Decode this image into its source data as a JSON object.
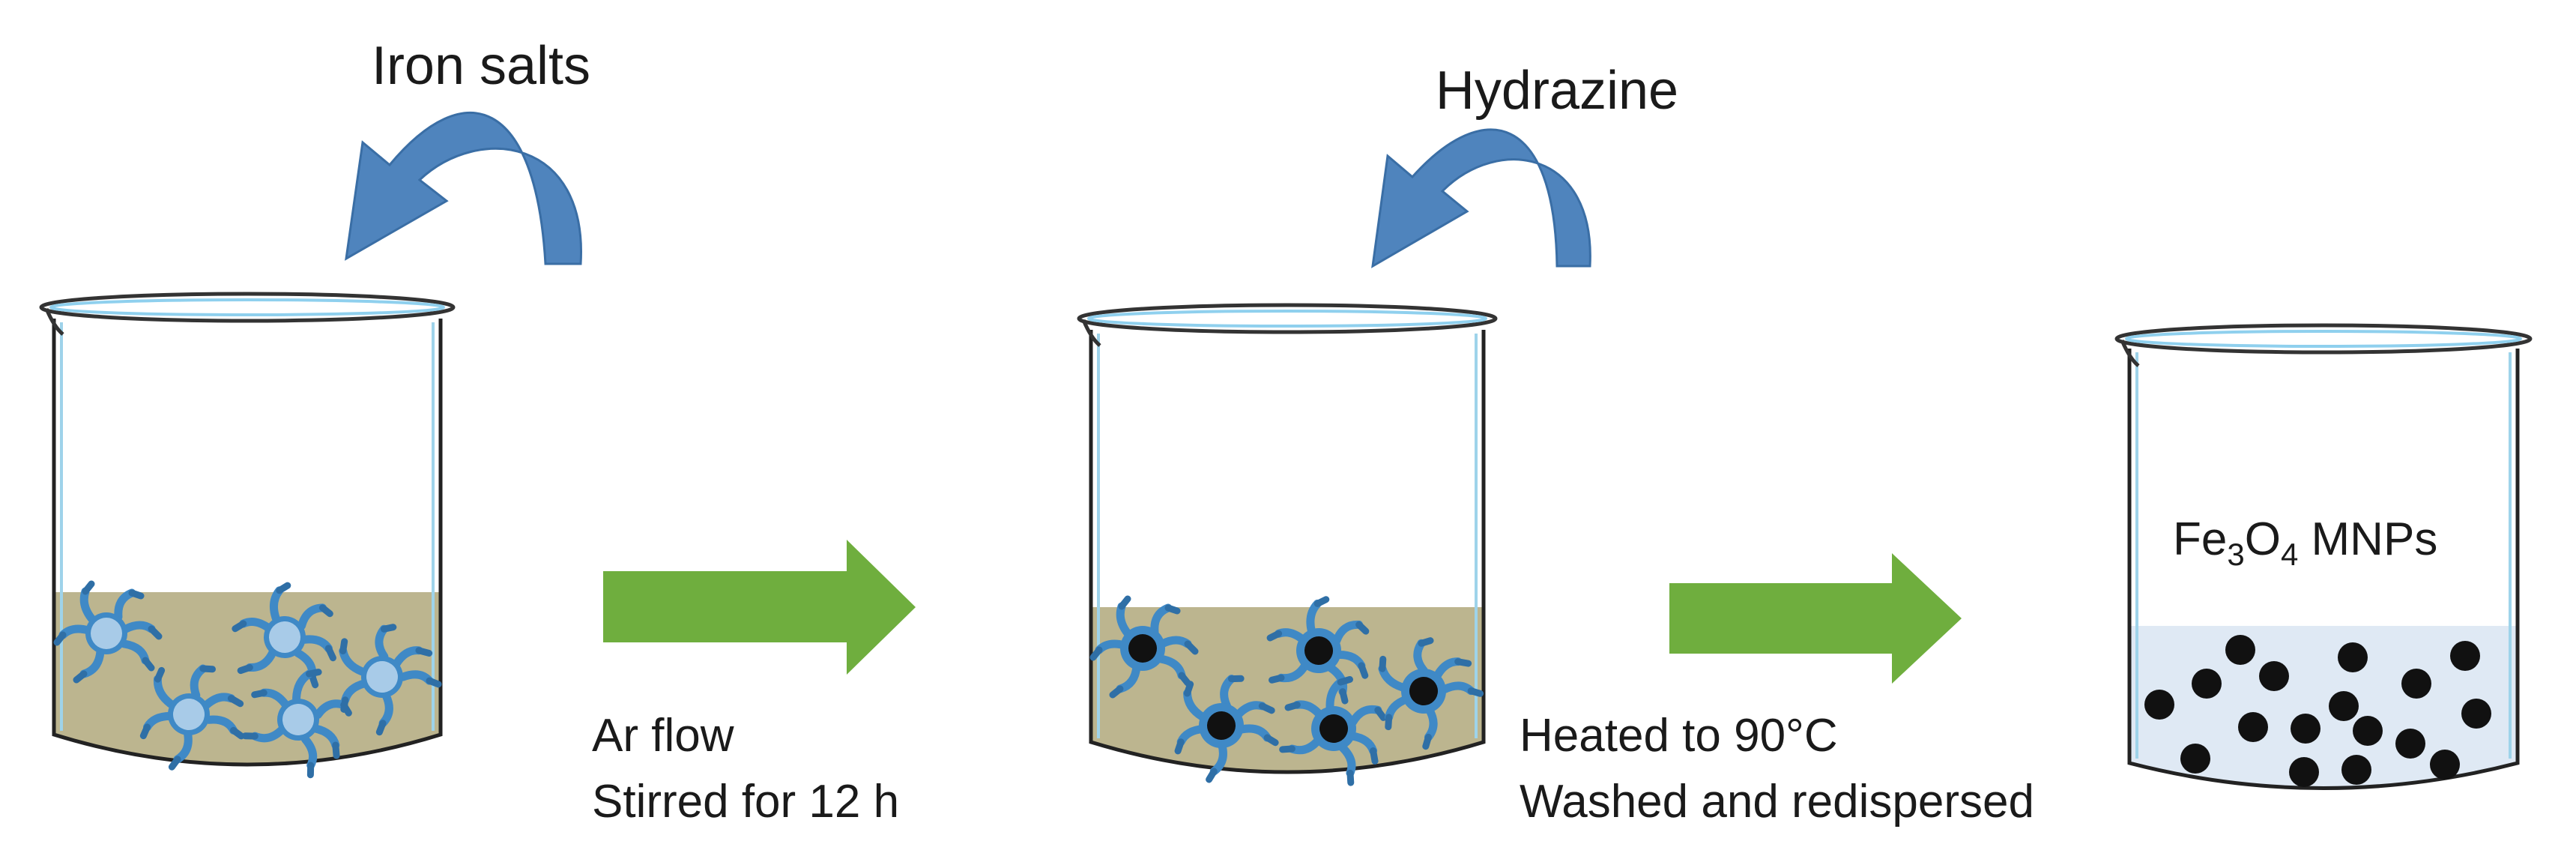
{
  "labels": {
    "iron_salts": "Iron salts",
    "hydrazine": "Hydrazine",
    "step1_line1": "Ar flow",
    "step1_line2": "Stirred for 12 h",
    "step2_line1": "Heated to 90°C",
    "step2_line2": "Washed and redispersed",
    "product": {
      "fe": "Fe",
      "sub3": "3",
      "o": "O",
      "sub4": "4",
      "rest": " MNPs"
    }
  },
  "colors": {
    "solution": "#bcb58f",
    "dispersion": "#dfe9f4",
    "process_arrow": "#6fae3e",
    "addition_arrow": "#4f84bd",
    "particle": "#111111",
    "coating": "#3f89c6",
    "coating_light": "#a8cbe8"
  },
  "icons": {
    "beaker": "beaker-icon",
    "addition_arrow": "curved-arrow-icon",
    "process_arrow": "right-arrow-icon",
    "precursor": "coated-precursor-icon",
    "nanoparticle": "nanoparticle-icon"
  }
}
